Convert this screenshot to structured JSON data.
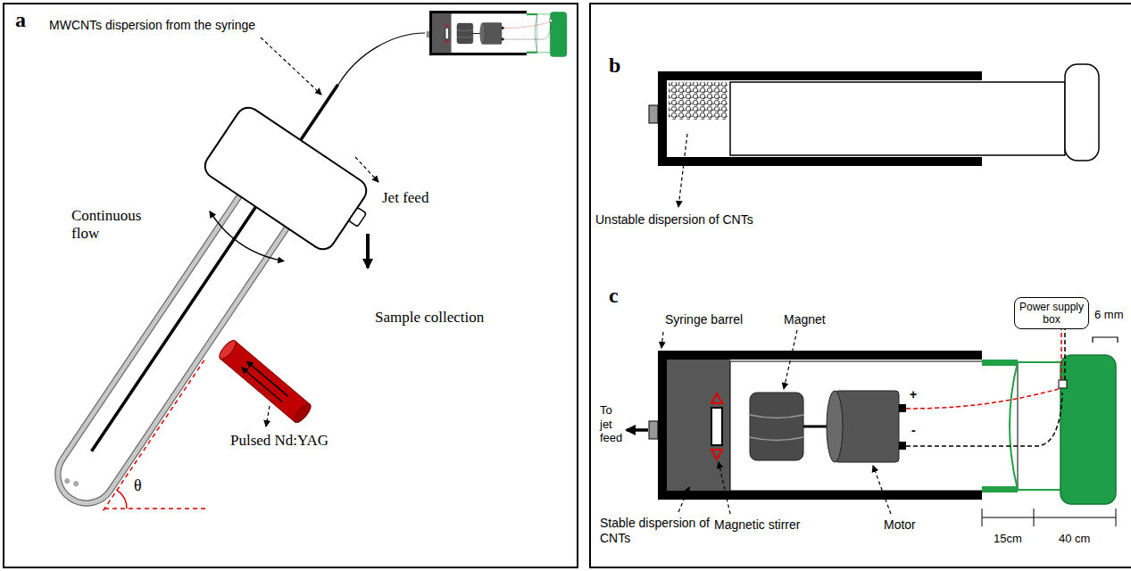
{
  "diagram": {
    "nodes": [
      {
        "text": [
          "a"
        ]
      },
      {
        "text": [
          "b",
          "c"
        ]
      },
      {
        "text": [
          "Power supply box"
        ],
        "in": 1
      }
    ],
    "labels": [
      "MWCNTs dispersion from the syringe",
      "Continuous flow",
      "Jet feed",
      "Sample collection",
      "Pulsed Nd:YAG",
      "θ",
      "Unstable dispersion of CNTs",
      "Syringe barrel",
      "Magnet",
      "6 mm",
      "To jet feed",
      "+",
      "-",
      "Stable dispersion of CNTs",
      "Magnetic stirrer",
      "Motor",
      "15cm",
      "40 cm"
    ]
  }
}
